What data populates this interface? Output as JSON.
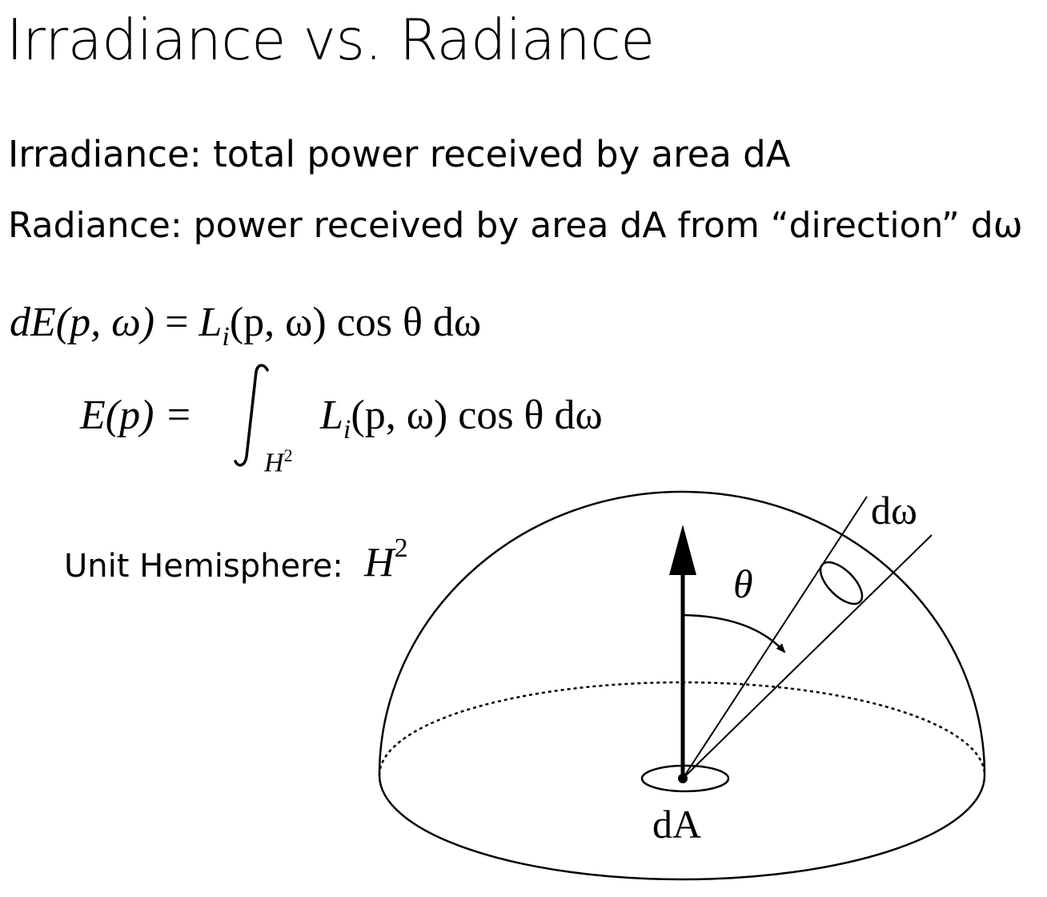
{
  "title": "Irradiance vs. Radiance",
  "definitions": {
    "irradiance": "Irradiance: total power received by area dA",
    "radiance": "Radiance: power received by area dA from “direction” dω"
  },
  "equations": {
    "eq1": {
      "lhs": "dE(p, ω)",
      "equals": "=",
      "L": "L",
      "L_sub": "i",
      "rhs_rest": "(p, ω) cos θ dω"
    },
    "eq2": {
      "lhs": "E(p) =",
      "integral_sub": "H",
      "integral_sub_exp": "2",
      "L": "L",
      "L_sub": "i",
      "rhs_rest": "(p, ω) cos θ dω"
    }
  },
  "hemisphere": {
    "label": "Unit Hemisphere:",
    "symbol": "H",
    "symbol_exp": "2"
  },
  "diagram_labels": {
    "d_omega": "dω",
    "theta": "θ",
    "dA": "dA"
  }
}
